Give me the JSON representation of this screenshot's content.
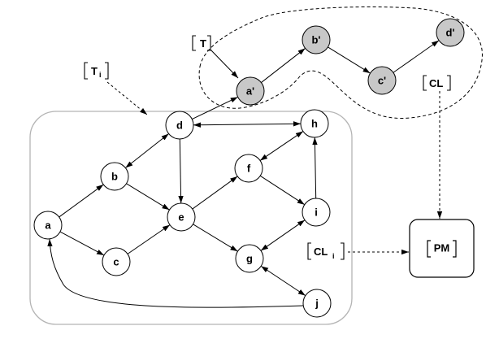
{
  "colors": {
    "node_fill": "#ffffff",
    "node_fill_shaded": "#c8c8c8",
    "stroke": "#000000",
    "region_stroke": "#b4b4b4"
  },
  "nodes": [
    {
      "id": "a",
      "label": "a"
    },
    {
      "id": "b",
      "label": "b"
    },
    {
      "id": "c",
      "label": "c"
    },
    {
      "id": "d",
      "label": "d"
    },
    {
      "id": "e",
      "label": "e"
    },
    {
      "id": "f",
      "label": "f"
    },
    {
      "id": "g",
      "label": "g"
    },
    {
      "id": "h",
      "label": "h"
    },
    {
      "id": "i",
      "label": "i"
    },
    {
      "id": "j",
      "label": "j"
    },
    {
      "id": "a2",
      "label": "a'",
      "shaded": true
    },
    {
      "id": "b2",
      "label": "b'",
      "shaded": true
    },
    {
      "id": "c2",
      "label": "c'",
      "shaded": true
    },
    {
      "id": "d2",
      "label": "d'",
      "shaded": true
    }
  ],
  "edges": [
    {
      "from": "a",
      "to": "b",
      "arrow": "end"
    },
    {
      "from": "a",
      "to": "c",
      "arrow": "end"
    },
    {
      "from": "b",
      "to": "d",
      "arrow": "both"
    },
    {
      "from": "b",
      "to": "e",
      "arrow": "end"
    },
    {
      "from": "c",
      "to": "e",
      "arrow": "end"
    },
    {
      "from": "d",
      "to": "e",
      "arrow": "end"
    },
    {
      "from": "d",
      "to": "h",
      "arrow": "both"
    },
    {
      "from": "d",
      "to": "a2",
      "arrow": "end"
    },
    {
      "from": "e",
      "to": "f",
      "arrow": "end"
    },
    {
      "from": "e",
      "to": "g",
      "arrow": "end"
    },
    {
      "from": "f",
      "to": "h",
      "arrow": "both"
    },
    {
      "from": "f",
      "to": "i",
      "arrow": "end"
    },
    {
      "from": "i",
      "to": "h",
      "arrow": "end"
    },
    {
      "from": "i",
      "to": "g",
      "arrow": "both"
    },
    {
      "from": "g",
      "to": "j",
      "arrow": "both"
    },
    {
      "from": "j",
      "to": "a",
      "arrow": "end",
      "curved": true
    },
    {
      "from": "a2",
      "to": "b2",
      "arrow": "end"
    },
    {
      "from": "b2",
      "to": "c2",
      "arrow": "end"
    },
    {
      "from": "c2",
      "to": "d2",
      "arrow": "end"
    }
  ],
  "tags": {
    "T": {
      "main": "T",
      "sub": ""
    },
    "Ti": {
      "main": "T",
      "sub": "i"
    },
    "CL": {
      "main": "CL",
      "sub": ""
    },
    "CLi": {
      "main": "CL",
      "sub": "i"
    }
  },
  "pm_box": {
    "label": "PM"
  }
}
